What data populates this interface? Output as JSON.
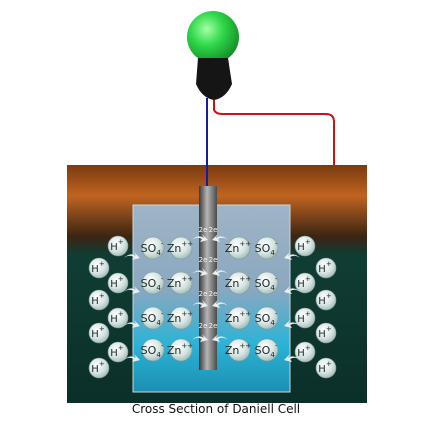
{
  "caption": "Cross Section of Daniell Cell",
  "labels": {
    "h_plus": "H",
    "plus_sign": "+",
    "sulfate": "SO",
    "sulfate_sub": "4",
    "sulfate_sup": "-",
    "zinc": "Zn",
    "zinc_sup": "++",
    "electrons": "2e"
  },
  "colors": {
    "bulb": "#2fd94a",
    "bulb_base": "#151515",
    "wire_negative": "#1a1aa0",
    "wire_positive": "#cc1414",
    "outer_electrolyte": "#0f3d34",
    "outer_top": "#b85a1a",
    "inner_solution": "#2ab3d6",
    "ion_fill": "#d8e6e4",
    "electrode": "#8c8c8c"
  },
  "icons": {
    "bulb": "light-bulb-icon",
    "arrow": "curved-arrow-icon"
  }
}
